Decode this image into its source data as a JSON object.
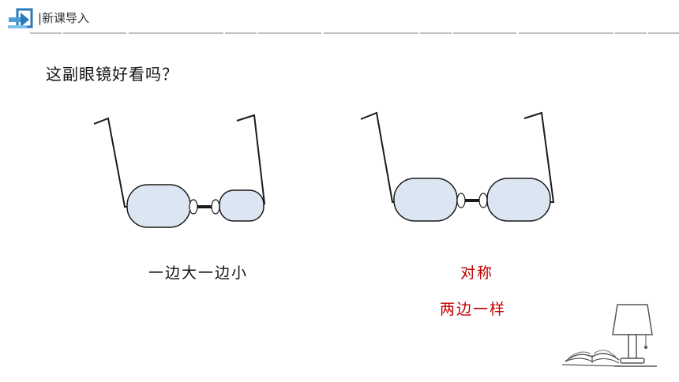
{
  "header": {
    "title": "|新课导入",
    "icon": "arrow-in-box-icon",
    "accent": "#2a7ab8"
  },
  "question": "这副眼镜好看吗？",
  "left_glasses": {
    "caption": "一边大一边小"
  },
  "right_glasses": {
    "caption_line1": "对称",
    "caption_line2": "两边一样"
  },
  "colors": {
    "lens_fill": "#dce6f2",
    "frame": "#1a1a1a",
    "highlight_text": "#c00000"
  },
  "decoration": {
    "icons": [
      "open-book-icon",
      "desk-lamp-icon"
    ]
  }
}
